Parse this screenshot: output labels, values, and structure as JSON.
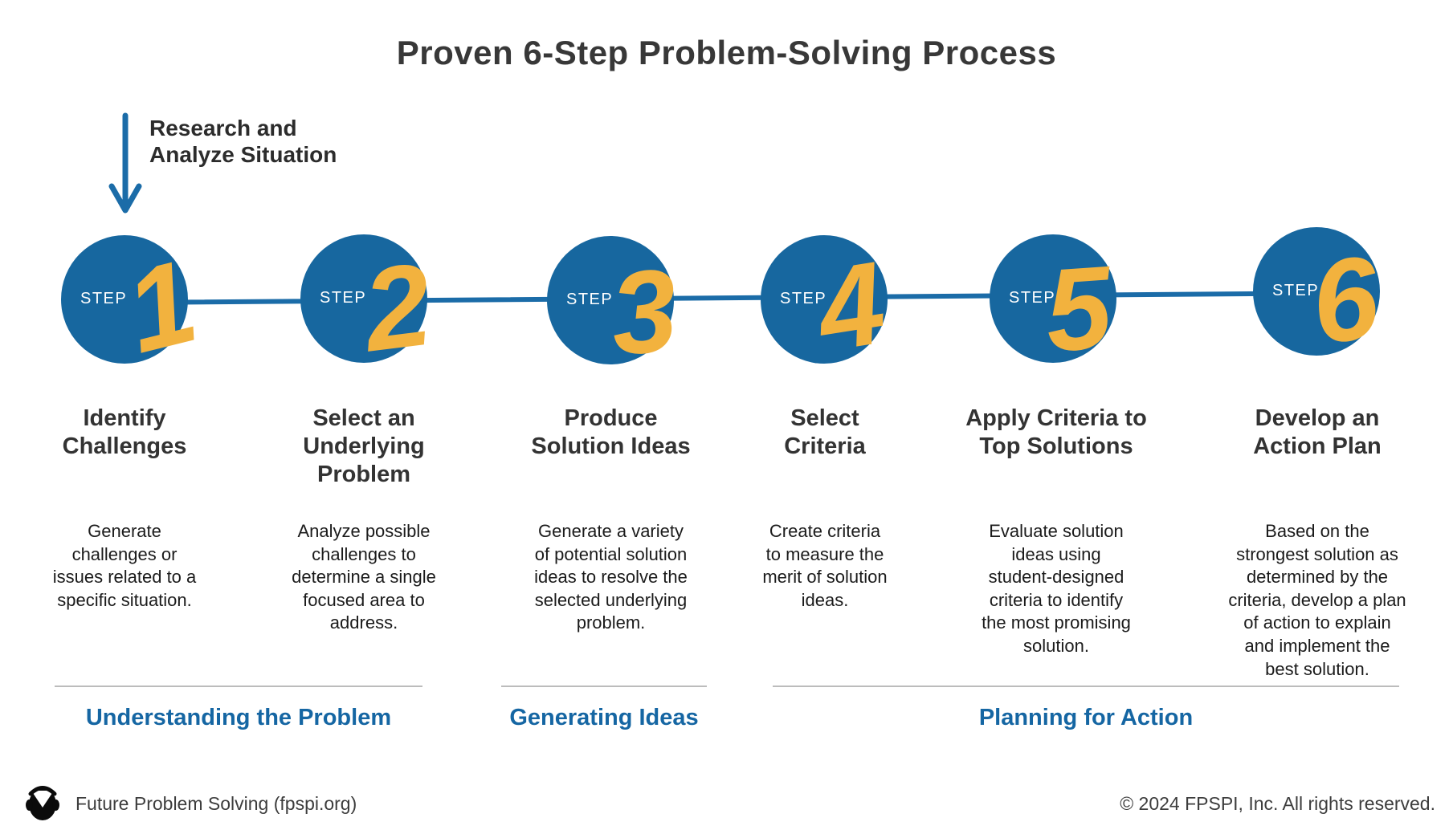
{
  "title": "Proven 6-Step Problem-Solving Process",
  "annotation": {
    "label": "Research and\nAnalyze Situation",
    "icon": "down-arrow-icon"
  },
  "colors": {
    "circle_blue": "#17679F",
    "accent_blue": "#1B6CA8",
    "phase_blue": "#1566A3",
    "number_yellow": "#F2B23E"
  },
  "steps": [
    {
      "badge": "STEP",
      "number": "1",
      "title": "Identify\nChallenges",
      "description": "Generate\nchallenges or\nissues related to a\nspecific situation."
    },
    {
      "badge": "STEP",
      "number": "2",
      "title": "Select an\nUnderlying\nProblem",
      "description": "Analyze possible\nchallenges to\ndetermine a single\nfocused area to\naddress."
    },
    {
      "badge": "STEP",
      "number": "3",
      "title": "Produce\nSolution Ideas",
      "description": "Generate a variety\nof potential solution\nideas to resolve the\nselected underlying\nproblem."
    },
    {
      "badge": "STEP",
      "number": "4",
      "title": "Select\nCriteria",
      "description": "Create criteria\nto measure the\nmerit of solution\nideas."
    },
    {
      "badge": "STEP",
      "number": "5",
      "title": "Apply Criteria to\nTop Solutions",
      "description": "Evaluate solution\nideas using\nstudent-designed\ncriteria to identify\nthe most promising\nsolution."
    },
    {
      "badge": "STEP",
      "number": "6",
      "title": "Develop an\nAction Plan",
      "description": "Based on the\nstrongest solution as\ndetermined by the\ncriteria, develop a plan\nof action to explain\nand implement the\nbest solution."
    }
  ],
  "phases": [
    {
      "label": "Understanding the Problem"
    },
    {
      "label": "Generating Ideas"
    },
    {
      "label": "Planning for Action"
    }
  ],
  "footer": {
    "logo_icon": "fps-head-beacon-logo",
    "brand": "Future Problem Solving (fpspi.org)",
    "copyright": "© 2024 FPSPI, Inc. All rights reserved."
  }
}
